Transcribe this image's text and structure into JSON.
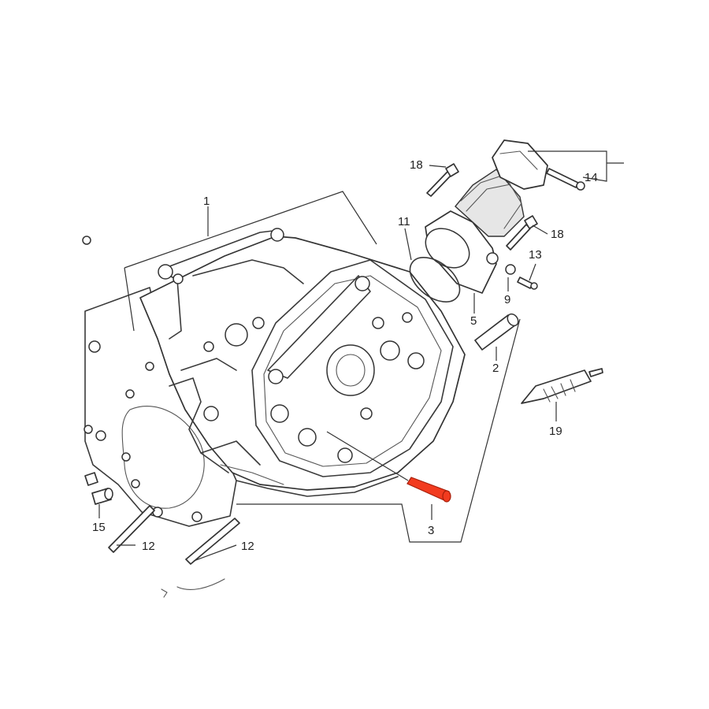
{
  "diagram": {
    "callouts": [
      {
        "id": "c1",
        "label": "1"
      },
      {
        "id": "c2",
        "label": "2"
      },
      {
        "id": "c3",
        "label": "3"
      },
      {
        "id": "c5",
        "label": "5"
      },
      {
        "id": "c9",
        "label": "9"
      },
      {
        "id": "c11",
        "label": "11"
      },
      {
        "id": "c12a",
        "label": "12"
      },
      {
        "id": "c12b",
        "label": "12"
      },
      {
        "id": "c13",
        "label": "13"
      },
      {
        "id": "c14",
        "label": "14"
      },
      {
        "id": "c15",
        "label": "15"
      },
      {
        "id": "c18a",
        "label": "18"
      },
      {
        "id": "c18b",
        "label": "18"
      },
      {
        "id": "c19",
        "label": "19"
      }
    ],
    "colors": {
      "line": "#3a3a3a",
      "highlight": "#f23b1f",
      "background": "#ffffff"
    }
  }
}
